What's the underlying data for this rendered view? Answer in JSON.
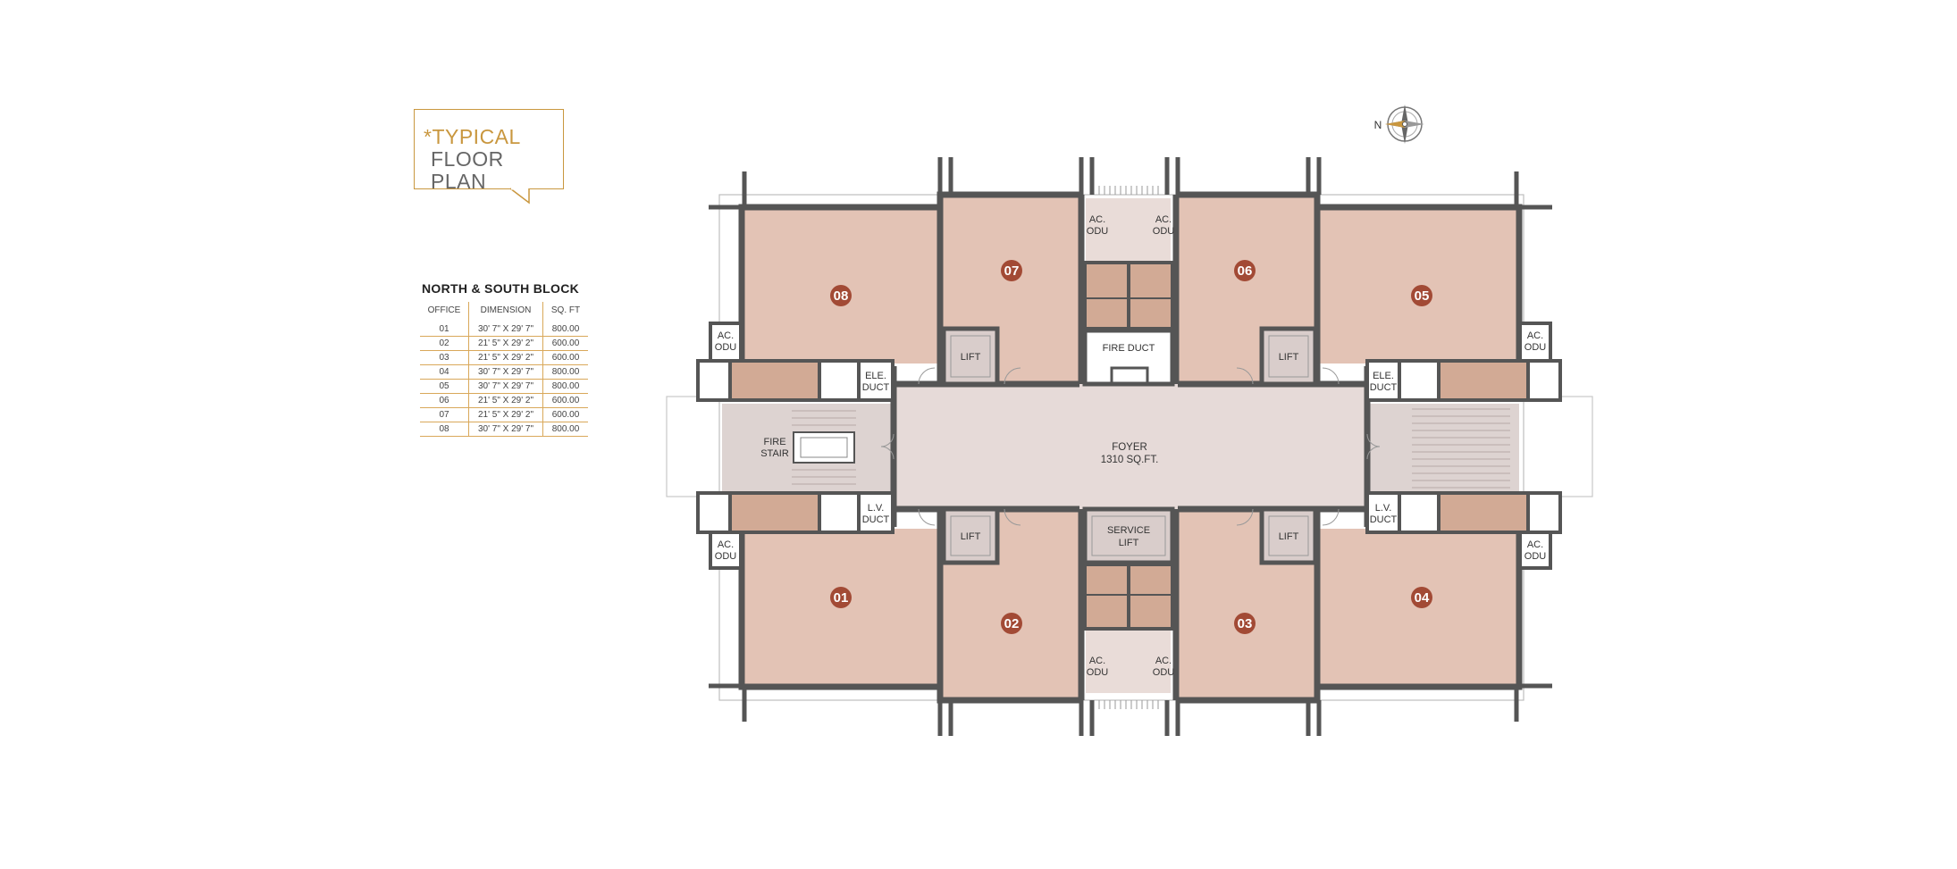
{
  "title": {
    "line1": "*TYPICAL",
    "line2": "FLOOR PLAN"
  },
  "block_title": "NORTH & SOUTH BLOCK",
  "table": {
    "headers": [
      "OFFICE",
      "DIMENSION",
      "SQ. FT"
    ],
    "rows": [
      [
        "01",
        "30' 7\" X 29' 7\"",
        "800.00"
      ],
      [
        "02",
        "21' 5\" X 29' 2\"",
        "600.00"
      ],
      [
        "03",
        "21' 5\" X 29' 2\"",
        "600.00"
      ],
      [
        "04",
        "30' 7\" X 29' 7\"",
        "800.00"
      ],
      [
        "05",
        "30' 7\" X 29' 7\"",
        "800.00"
      ],
      [
        "06",
        "21' 5\" X 29' 2\"",
        "600.00"
      ],
      [
        "07",
        "21' 5\" X 29' 2\"",
        "600.00"
      ],
      [
        "08",
        "30' 7\" X 29' 7\"",
        "800.00"
      ]
    ]
  },
  "compass": {
    "label": "N"
  },
  "plan": {
    "units": [
      "01",
      "02",
      "03",
      "04",
      "05",
      "06",
      "07",
      "08"
    ],
    "foyer": {
      "name": "FOYER",
      "area": "1310 SQ.FT."
    },
    "lift": "LIFT",
    "service_lift": [
      "SERVICE",
      "LIFT"
    ],
    "fire_duct": "FIRE DUCT",
    "fire_stair": [
      "FIRE",
      "STAIR"
    ],
    "ac_odu": [
      "AC.",
      "ODU"
    ],
    "ele_duct": [
      "ELE.",
      "DUCT"
    ],
    "lv_duct": [
      "L.V.",
      "DUCT"
    ]
  },
  "colors": {
    "office": "#e3c3b5",
    "foyer": "#e6dad8",
    "wall": "#555555",
    "unit_badge": "#a24a35",
    "accent": "#c9973f"
  }
}
